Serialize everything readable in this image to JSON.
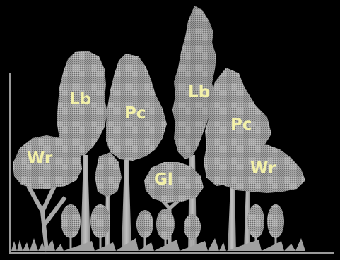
{
  "colors": {
    "background": "#000000",
    "foliage": "#9a9a9a",
    "foliage_dark": "#6c6c6c",
    "foliage_light": "#bdbdbd",
    "trunk": "#a8a8a8",
    "axis": "#9a9a9a",
    "label": "#f2f0a8"
  },
  "labels": {
    "lb_left": "Lb",
    "pc_left": "Pc",
    "lb_right": "Lb",
    "pc_right": "Pc",
    "wr_left": "Wr",
    "wr_right": "Wr",
    "gl": "Gl"
  }
}
